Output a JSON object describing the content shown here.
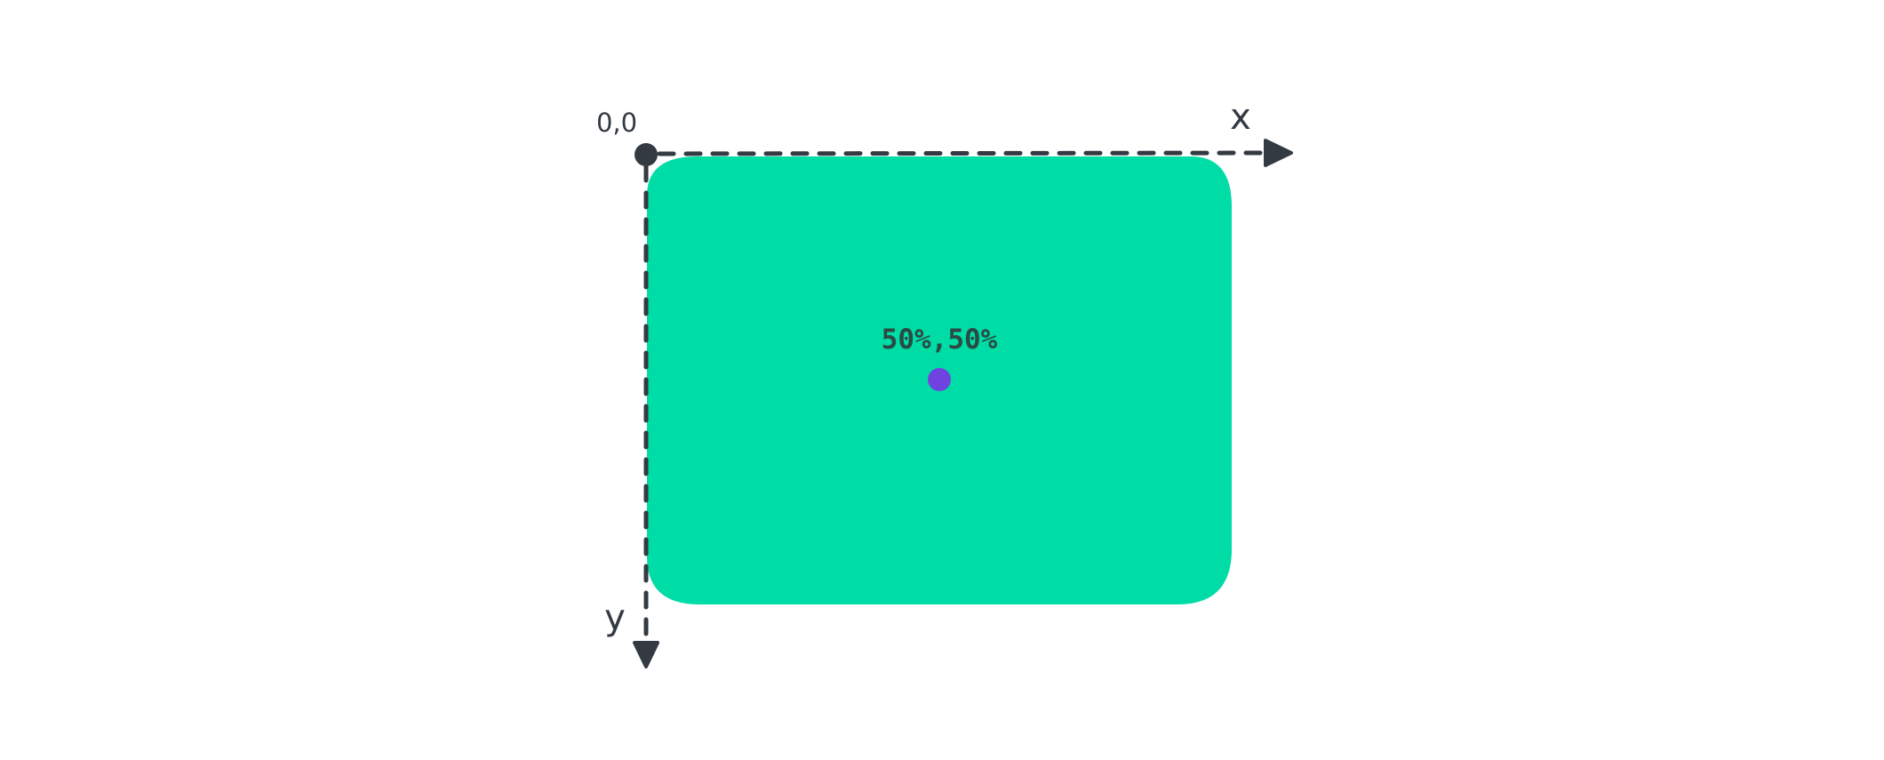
{
  "diagram": {
    "origin_label": "0,0",
    "x_axis_label": "x",
    "y_axis_label": "y",
    "center_label": "50%,50%"
  },
  "colors": {
    "box_fill": "#00dca6",
    "axis": "#333a42",
    "center_point": "#7043e0",
    "center_label": "#2b4a44"
  },
  "icons": {
    "origin_marker": "filled-circle",
    "x_arrow": "arrow-right",
    "y_arrow": "arrow-down",
    "center_marker": "filled-circle"
  }
}
